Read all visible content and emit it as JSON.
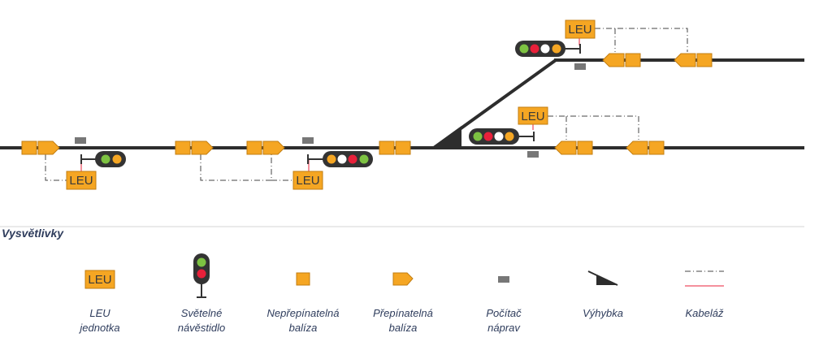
{
  "colors": {
    "track": "#2d2d2d",
    "balise_fill": "#f5a623",
    "balise_stroke": "#c27d10",
    "axle_counter": "#777777",
    "signal_body": "#333333",
    "lamp_green": "#7dc242",
    "lamp_red": "#e8203a",
    "lamp_white": "#ffffff",
    "lamp_orange": "#f5a623",
    "cable": "#e8203a",
    "separator": "#d6d6d6",
    "legend_text": "#2e3c5c"
  },
  "diagram": {
    "leu_label": "LEU"
  },
  "legend": {
    "title": "Vysvětlivky",
    "items": [
      {
        "id": "leu",
        "label": "LEU\njednotka"
      },
      {
        "id": "signal",
        "label": "Světelné\nnávěstidlo"
      },
      {
        "id": "fixed-balise",
        "label": "Nepřepínatelná\nbalíza"
      },
      {
        "id": "switchable-balise",
        "label": "Přepínatelná\nbalíza"
      },
      {
        "id": "axle-counter",
        "label": "Počítač\nnáprav"
      },
      {
        "id": "turnout",
        "label": "Výhybka"
      },
      {
        "id": "cabling",
        "label": "Kabeláž"
      }
    ]
  }
}
